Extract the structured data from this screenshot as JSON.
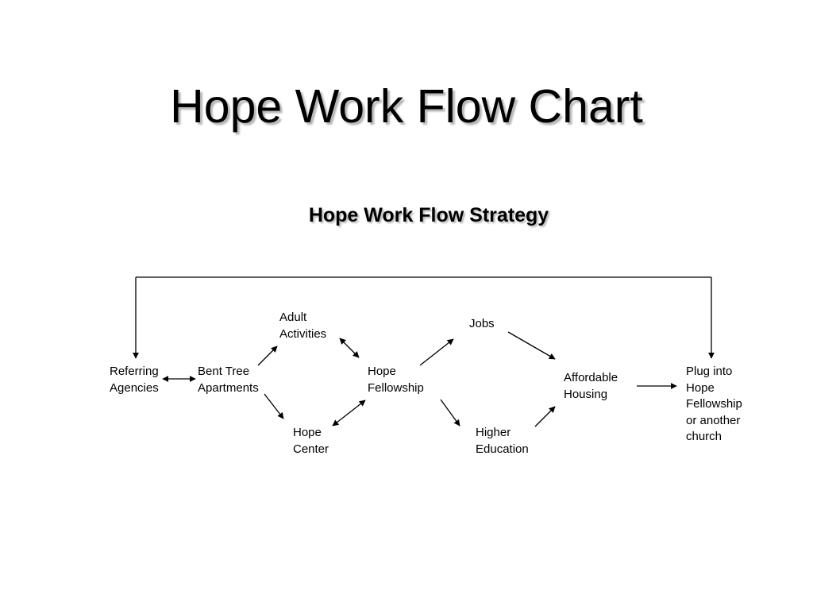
{
  "title": "Hope Work Flow Chart",
  "subtitle": "Hope Work Flow Strategy",
  "nodes": {
    "referring_agencies": "Referring\nAgencies",
    "bent_tree": "Bent Tree\nApartments",
    "adult_activities": "Adult\nActivities",
    "hope_center": "Hope\nCenter",
    "hope_fellowship": "Hope\nFellowship",
    "jobs": "Jobs",
    "higher_education": "Higher\nEducation",
    "affordable_housing": "Affordable\nHousing",
    "plug_into": "Plug into\nHope\nFellowship\nor another\nchurch"
  },
  "edges": [
    {
      "from": "referring_agencies",
      "to": "bent_tree",
      "direction": "both"
    },
    {
      "from": "bent_tree",
      "to": "adult_activities",
      "direction": "forward"
    },
    {
      "from": "bent_tree",
      "to": "hope_center",
      "direction": "forward"
    },
    {
      "from": "adult_activities",
      "to": "hope_fellowship",
      "direction": "both"
    },
    {
      "from": "hope_center",
      "to": "hope_fellowship",
      "direction": "both"
    },
    {
      "from": "hope_fellowship",
      "to": "jobs",
      "direction": "forward"
    },
    {
      "from": "hope_fellowship",
      "to": "higher_education",
      "direction": "forward"
    },
    {
      "from": "jobs",
      "to": "affordable_housing",
      "direction": "forward"
    },
    {
      "from": "higher_education",
      "to": "affordable_housing",
      "direction": "forward"
    },
    {
      "from": "affordable_housing",
      "to": "plug_into",
      "direction": "forward"
    },
    {
      "from": "loop",
      "to": "referring_agencies",
      "direction": "forward"
    },
    {
      "from": "loop",
      "to": "plug_into",
      "direction": "forward"
    }
  ],
  "colors": {
    "text": "#000000",
    "line": "#000000",
    "shadow": "#b4b4b4",
    "background": "#ffffff"
  }
}
